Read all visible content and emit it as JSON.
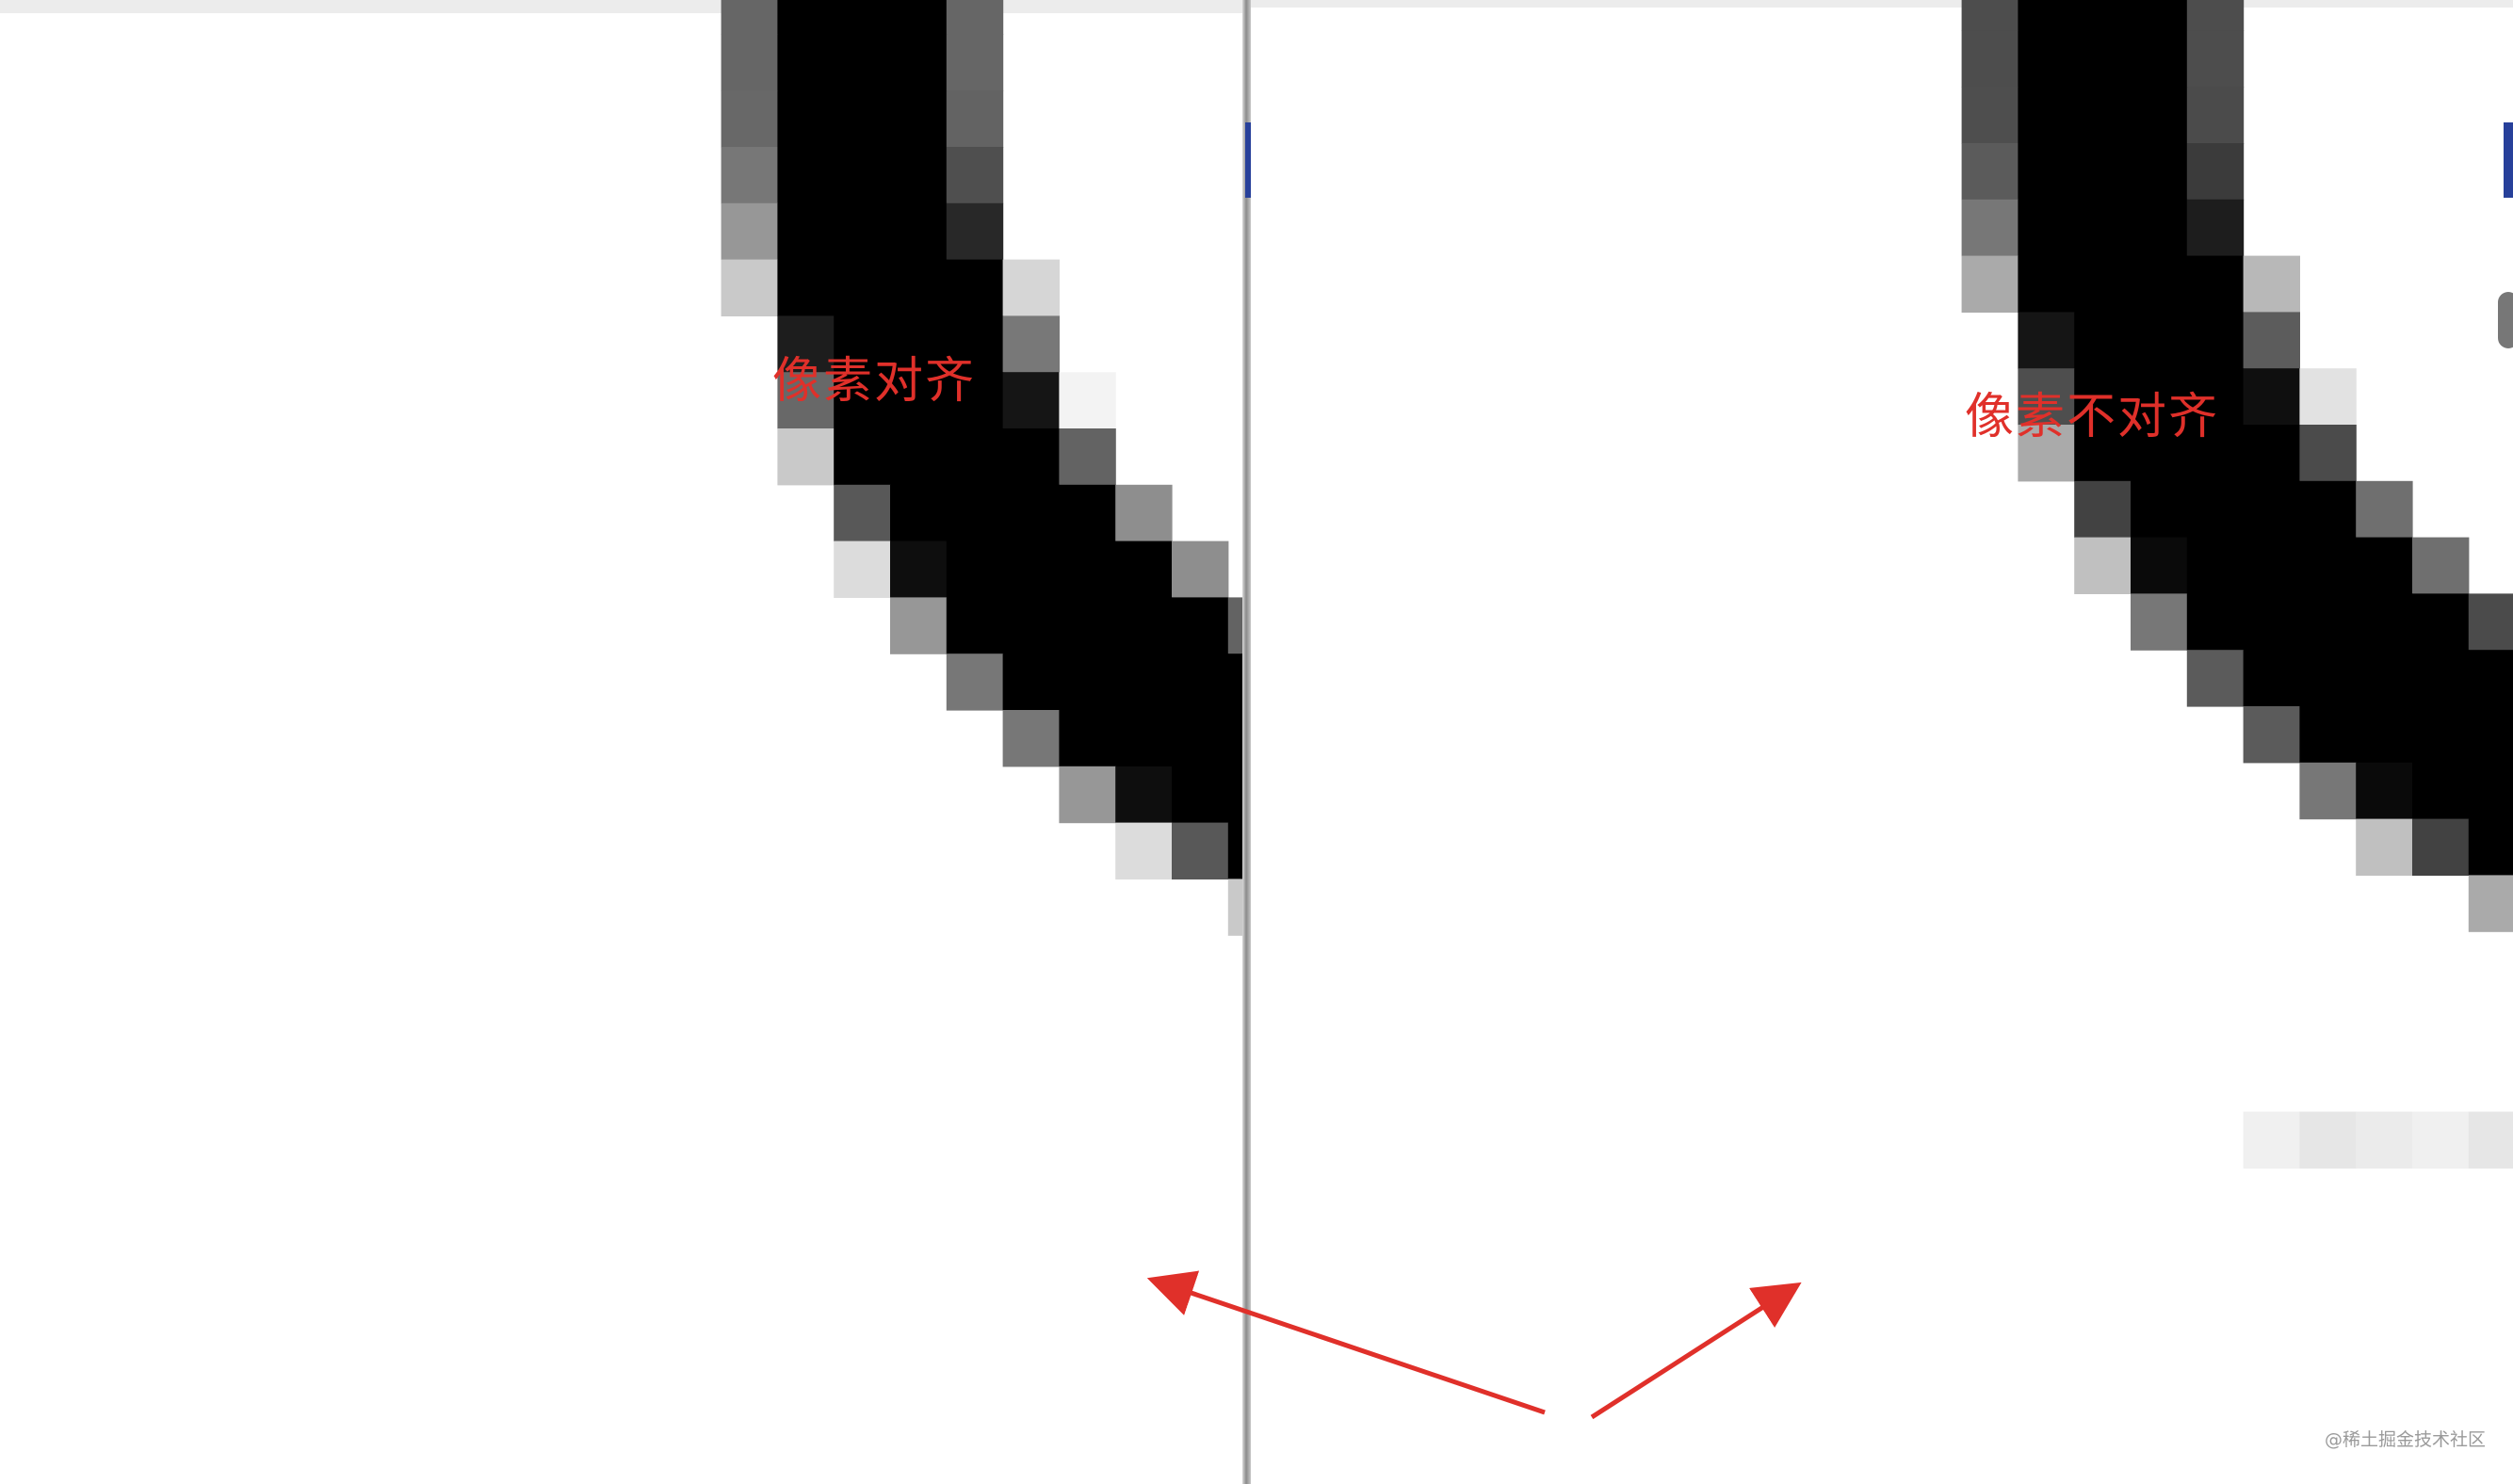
{
  "captions": {
    "left": "像素对齐",
    "right": "像素不对齐"
  },
  "watermark": "@稀土掘金技术社区",
  "colors": {
    "caption": "#e0302a",
    "arrow": "#e0302a",
    "stroke": "#000000",
    "background": "#ffffff"
  },
  "icons": [
    "arrow-icon",
    "arrow-icon"
  ]
}
